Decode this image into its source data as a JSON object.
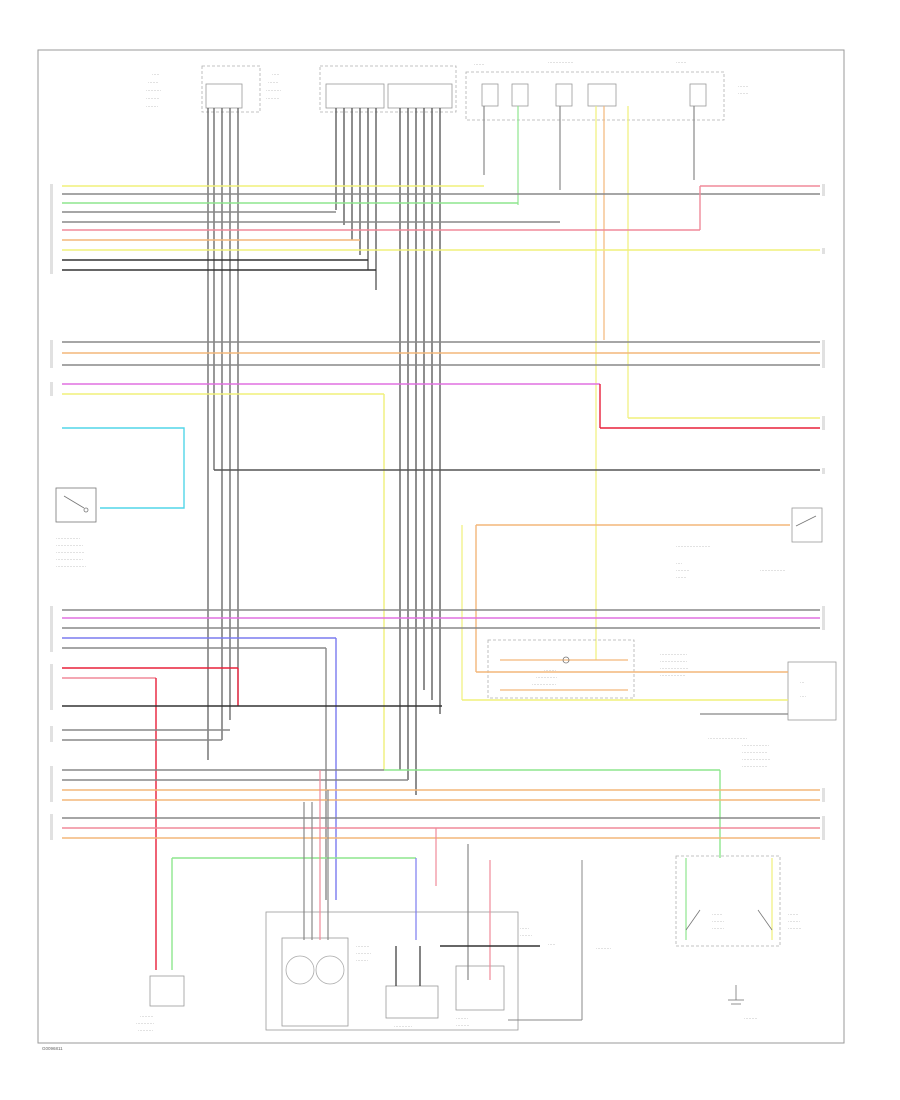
{
  "footer": {
    "code": "G0096811"
  },
  "colors": {
    "yellow": "#f0f07a",
    "green": "#8ee68e",
    "pink": "#f08a9a",
    "red": "#e8203a",
    "cyan": "#52d6e8",
    "magenta": "#e070e0",
    "orange": "#f3b77a",
    "blue": "#7b7bef",
    "gray": "#8c8c8c",
    "black": "#222222"
  },
  "icons": [
    "ground-symbol",
    "switch-symbol",
    "sensor-symbol",
    "connector-symbol"
  ]
}
